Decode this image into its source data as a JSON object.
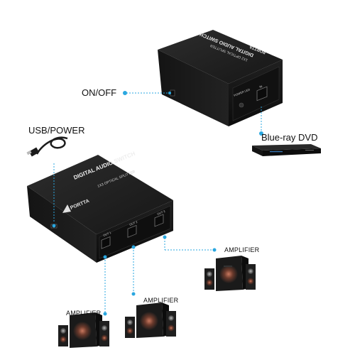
{
  "device_top": {
    "brand": "PORTTA",
    "title": "DIGITAL AUDIO SWITCH",
    "subtitle": "1X2 OPTICAL SPLITTER",
    "power_led_label": "POWER LED",
    "input_label": "IN"
  },
  "device_bottom": {
    "brand": "PORTTA",
    "title": "DIGITAL AUDIO SWITCH",
    "subtitle": "1X3 OPTICAL SPLITTER",
    "out1_label": "OUT 1",
    "out2_label": "OUT 2",
    "out3_label": "OUT 3"
  },
  "callouts": {
    "on_off": "ON/OFF",
    "usb_power": "USB/POWER",
    "bluray": "Blue-ray DVD",
    "amplifier_1": "AMPLIFIER",
    "amplifier_2": "AMPLIFIER",
    "amplifier_3": "AMPLIFIER"
  },
  "colors": {
    "callout_line": "#2aa7e0",
    "device_body": "#1a1a1a",
    "device_top": "#262626"
  }
}
